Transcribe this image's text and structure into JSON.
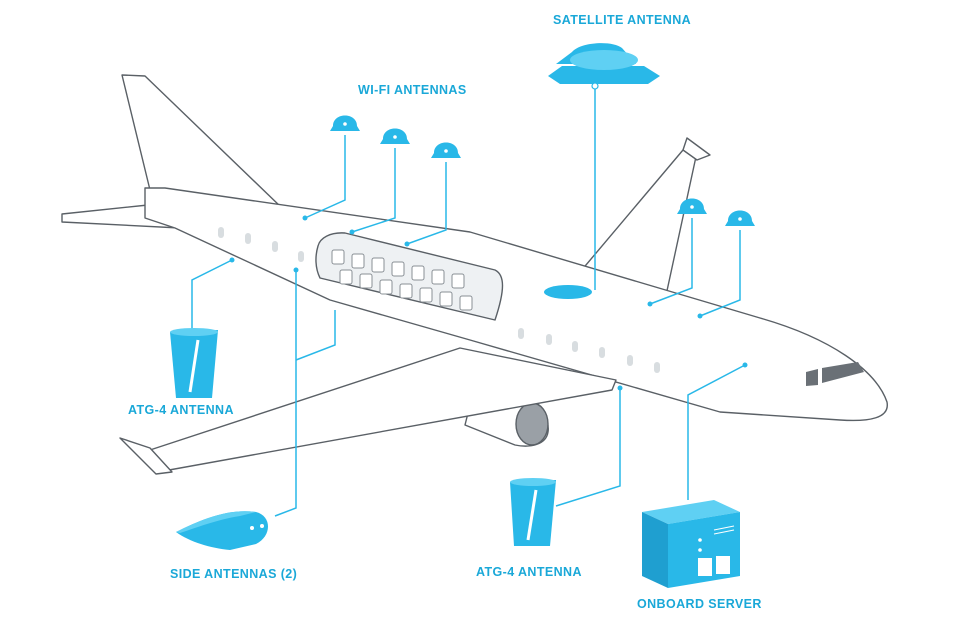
{
  "labels": {
    "satellite": "SATELLITE ANTENNA",
    "wifi": "WI-FI ANTENNAS",
    "atg_left": "ATG-4 ANTENNA",
    "atg_right": "ATG-4 ANTENNA",
    "side": "SIDE ANTENNAS (2)",
    "server": "ONBOARD SERVER"
  },
  "colors": {
    "accent": "#29b8e8",
    "accent_dark": "#1aa8d8",
    "outline": "#5a6066",
    "fill": "#ffffff",
    "cabin": "#eef1f3"
  }
}
